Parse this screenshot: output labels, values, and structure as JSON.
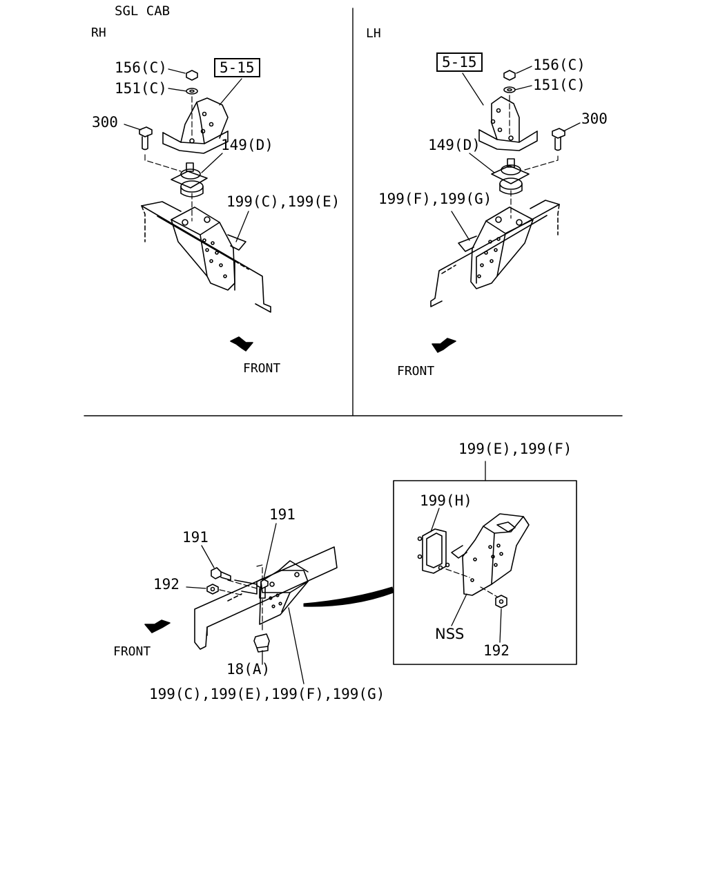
{
  "header": {
    "title": "SGL CAB"
  },
  "views": {
    "rh": {
      "side": "RH",
      "ref_box": "5-15",
      "labels": {
        "nut": "156(C)",
        "washer": "151(C)",
        "bolt": "300",
        "mount": "149(D)",
        "bracket": "199(C),199(E)"
      },
      "direction": "FRONT"
    },
    "lh": {
      "side": "LH",
      "ref_box": "5-15",
      "labels": {
        "nut": "156(C)",
        "washer": "151(C)",
        "bolt": "300",
        "mount": "149(D)",
        "bracket": "199(F),199(G)"
      },
      "direction": "FRONT"
    },
    "bottom": {
      "labels": {
        "bolt_top": "191",
        "bolt_side": "191",
        "nut_side": "192",
        "clip": "18(A)",
        "bracket": "199(C),199(E),199(F),199(G)",
        "detail_title": "199(E),199(F)",
        "detail_pad": "199(H)",
        "detail_nss": "NSS",
        "detail_nut": "192"
      },
      "direction": "FRONT"
    }
  },
  "colors": {
    "line": "#000000",
    "background": "#ffffff"
  }
}
